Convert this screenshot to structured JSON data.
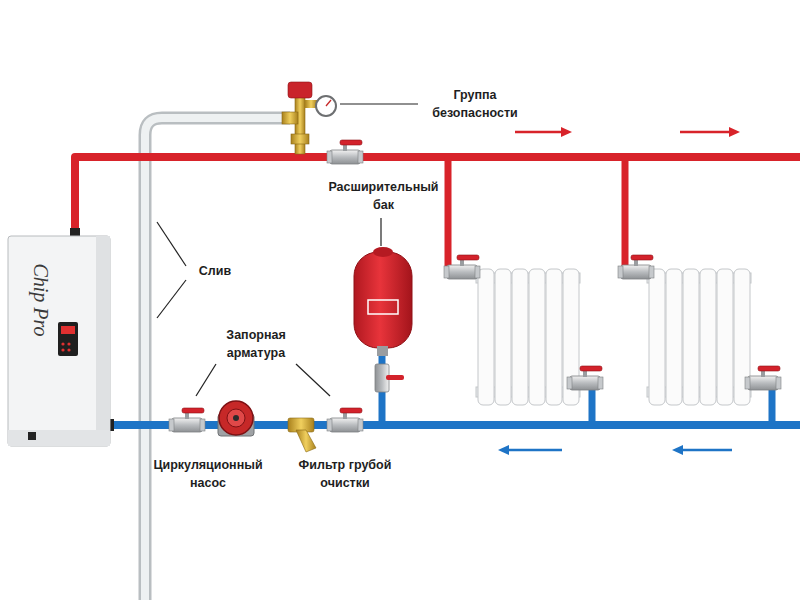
{
  "diagram": {
    "labels": [
      "Группа безопасности",
      "Расширительный бак",
      "Слив",
      "Запорная арматура",
      "Циркуляционный насос",
      "Фильтр грубой очистки",
      "Chip Pro"
    ]
  }
}
